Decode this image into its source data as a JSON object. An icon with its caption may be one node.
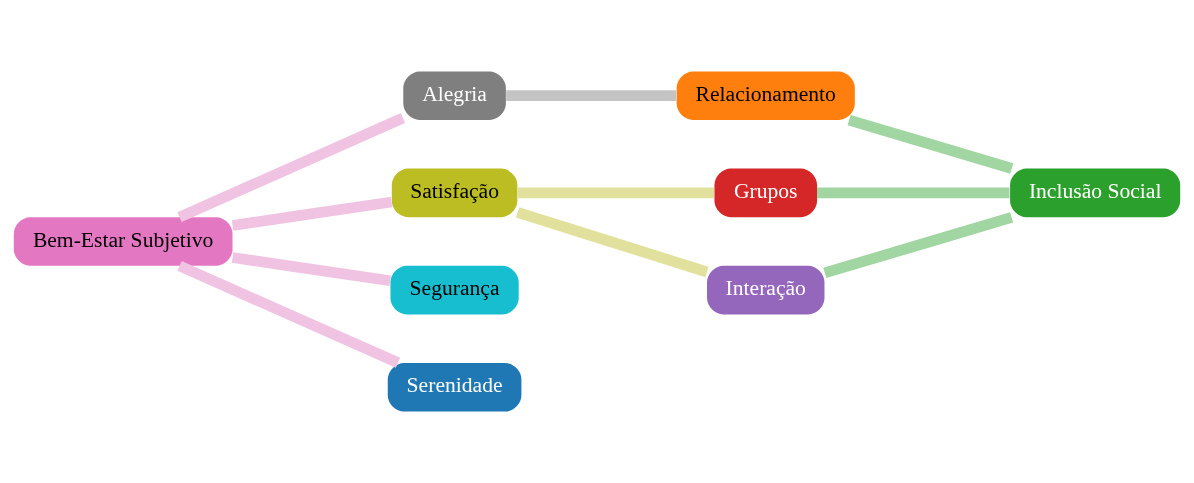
{
  "diagram": {
    "nodes": [
      {
        "text": [
          "Bem-Estar Subjetivo"
        ]
      },
      {
        "text": [
          "Alegria"
        ]
      },
      {
        "text": [
          "Satisfação"
        ]
      },
      {
        "text": [
          "Segurança"
        ]
      },
      {
        "text": [
          "Serenidade"
        ]
      },
      {
        "text": [
          "Relacionamento"
        ]
      },
      {
        "text": [
          "Grupos"
        ]
      },
      {
        "text": [
          "Interação"
        ]
      },
      {
        "text": [
          "Inclusão Social"
        ]
      }
    ],
    "edges": [
      {
        "from": 0,
        "to": 1,
        "arrow": "none"
      },
      {
        "from": 0,
        "to": 2,
        "arrow": "none"
      },
      {
        "from": 0,
        "to": 3,
        "arrow": "none"
      },
      {
        "from": 0,
        "to": 4,
        "arrow": "none"
      },
      {
        "from": 1,
        "to": 5,
        "arrow": "none",
        "color": "#c4c4c4"
      },
      {
        "from": 2,
        "to": 6,
        "arrow": "none",
        "color": "#e1e19d"
      },
      {
        "from": 2,
        "to": 7,
        "arrow": "none",
        "color": "#e1e19d"
      },
      {
        "from": 5,
        "to": 8,
        "arrow": "none",
        "color": "#a1d5a1"
      },
      {
        "from": 6,
        "to": 8,
        "arrow": "none",
        "color": "#a1d5a1"
      },
      {
        "from": 7,
        "to": 8,
        "arrow": "none",
        "color": "#a1d5a1"
      }
    ]
  }
}
